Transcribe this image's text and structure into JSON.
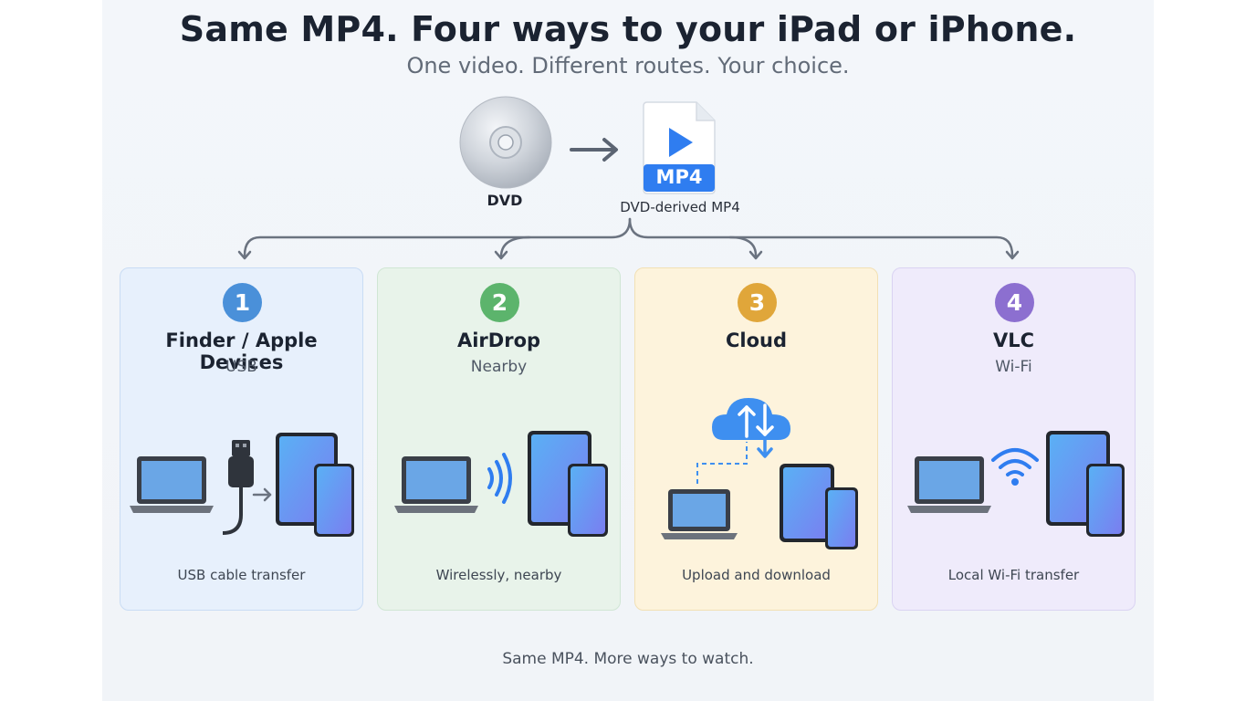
{
  "title": "Same MP4. Four ways to your iPad or iPhone.",
  "subtitle": "One video. Different routes. Your choice.",
  "source": {
    "dvd_label": "DVD",
    "mp4_badge": "MP4",
    "mp4_label": "DVD-derived MP4"
  },
  "methods": [
    {
      "number": "1",
      "title": "Finder / Apple Devices",
      "subtitle": "USB",
      "caption": "USB cable transfer",
      "color": "#4a90d9"
    },
    {
      "number": "2",
      "title": "AirDrop",
      "subtitle": "Nearby",
      "caption": "Wirelessly, nearby",
      "color": "#5cb46c"
    },
    {
      "number": "3",
      "title": "Cloud",
      "subtitle": "",
      "caption": "Upload and download",
      "color": "#e0a63a"
    },
    {
      "number": "4",
      "title": "VLC",
      "subtitle": "Wi-Fi",
      "caption": "Local Wi-Fi transfer",
      "color": "#8c6fd0"
    }
  ],
  "footer": "Same MP4. More ways to watch.",
  "accent": "#2f7df0"
}
